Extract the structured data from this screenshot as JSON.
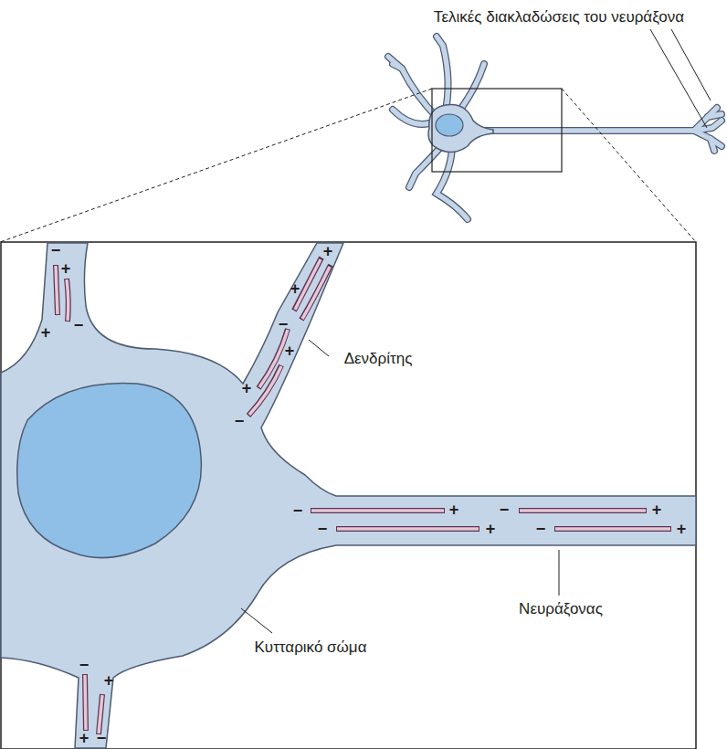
{
  "diagram": {
    "labels": [
      "Τελικές διακλαδώσεις του νευράξονα",
      "Δενδρίτης",
      "Νευράξονας",
      "Κυτταρικό σώμα",
      "−",
      "+",
      "+",
      "−",
      "+",
      "+",
      "−",
      "+",
      "+",
      "−",
      "−",
      "+",
      "−",
      "+",
      "−",
      "+",
      "−",
      "+",
      "−",
      "+",
      "+",
      "−"
    ]
  }
}
